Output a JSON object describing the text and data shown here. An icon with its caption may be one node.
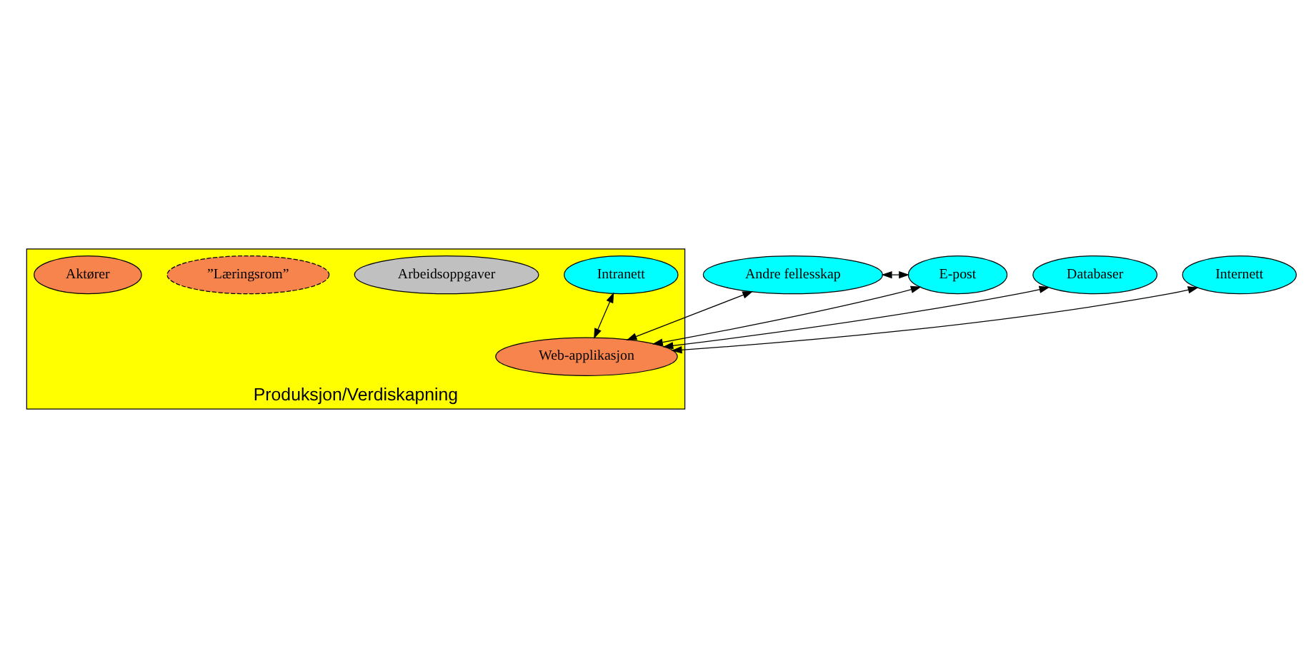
{
  "diagram": {
    "nodes": [
      {
        "text": [
          "Produksjon/Verdiskapning"
        ]
      },
      {
        "text": [
          "Andre fellesskap"
        ]
      },
      {
        "text": [
          "E-post"
        ]
      },
      {
        "text": [
          "Databaser"
        ]
      },
      {
        "text": [
          "Internett"
        ]
      },
      {
        "text": [
          "Intranett"
        ],
        "in": 0
      },
      {
        "text": [
          "Web-applikasjon"
        ],
        "in": 0
      },
      {
        "text": [
          "Arbeidsoppgaver"
        ],
        "in": 0
      },
      {
        "text": [
          "”Læringsrom”"
        ],
        "in": 0
      },
      {
        "text": [
          "Aktører"
        ],
        "in": 0
      }
    ],
    "edges": [
      {
        "from": 1,
        "to": 2,
        "arrow": "both"
      },
      {
        "from": 1,
        "to": 6,
        "arrow": "both"
      },
      {
        "from": 2,
        "to": 6,
        "arrow": "both"
      },
      {
        "from": 3,
        "to": 6,
        "arrow": "both"
      },
      {
        "from": 4,
        "to": 6,
        "arrow": "both"
      },
      {
        "from": 5,
        "to": 6,
        "arrow": "both"
      }
    ]
  }
}
